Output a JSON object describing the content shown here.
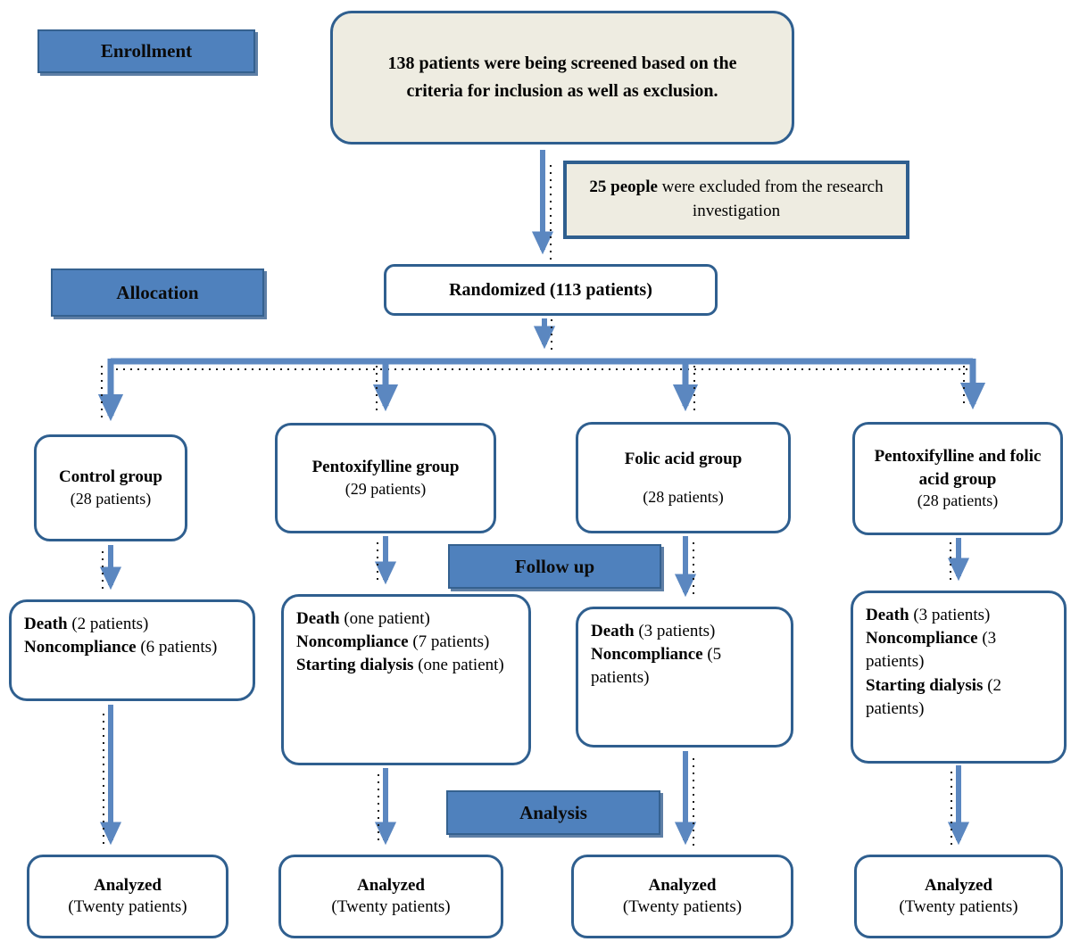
{
  "diagram": {
    "title_semantic": "CONSORT patient flow diagram",
    "stage_labels": {
      "enrollment": "Enrollment",
      "allocation": "Allocation",
      "follow_up": "Follow up",
      "analysis": "Analysis"
    },
    "screening_box": {
      "text": "138 patients were being screened based on the criteria for inclusion as well as exclusion."
    },
    "excluded_box": {
      "bold": "25 people",
      "rest": " were excluded from the research investigation"
    },
    "randomized_box": {
      "text": "Randomized (113 patients)"
    },
    "groups": [
      {
        "name": "Control group",
        "count": "(28 patients)"
      },
      {
        "name": "Pentoxifylline group",
        "count": "(29 patients)"
      },
      {
        "name": "Folic acid group",
        "count": "(28 patients)"
      },
      {
        "name": "Pentoxifylline and folic acid group",
        "count": "(28 patients)"
      }
    ],
    "follow_up_boxes": [
      {
        "items": [
          {
            "label": "Death",
            "detail": " (2 patients)"
          },
          {
            "label": "Noncompliance",
            "detail": " (6 patients)"
          }
        ]
      },
      {
        "items": [
          {
            "label": "Death",
            "detail": " (one patient)"
          },
          {
            "label": "Noncompliance",
            "detail": " (7 patients)"
          },
          {
            "label": "Starting dialysis",
            "detail": " (one patient)"
          }
        ]
      },
      {
        "items": [
          {
            "label": "Death",
            "detail": " (3 patients)"
          },
          {
            "label": "Noncompliance",
            "detail": " (5 patients)"
          }
        ]
      },
      {
        "items": [
          {
            "label": "Death",
            "detail": " (3 patients)"
          },
          {
            "label": "Noncompliance",
            "detail": " (3 patients)"
          },
          {
            "label": "Starting dialysis",
            "detail": " (2 patients)"
          }
        ]
      }
    ],
    "analyzed_boxes": [
      {
        "title": "Analyzed",
        "count": "(Twenty patients)"
      },
      {
        "title": "Analyzed",
        "count": "(Twenty patients)"
      },
      {
        "title": "Analyzed",
        "count": "(Twenty patients)"
      },
      {
        "title": "Analyzed",
        "count": "(Twenty patients)"
      }
    ],
    "colors": {
      "stage_label_fill": "#4f81bd",
      "stage_label_border": "#35618f",
      "box_border": "#2f5f8f",
      "beige_fill": "#eeece1",
      "arrow_blue": "#5b87c0",
      "dot_shadow": "#1a1a1a"
    }
  }
}
